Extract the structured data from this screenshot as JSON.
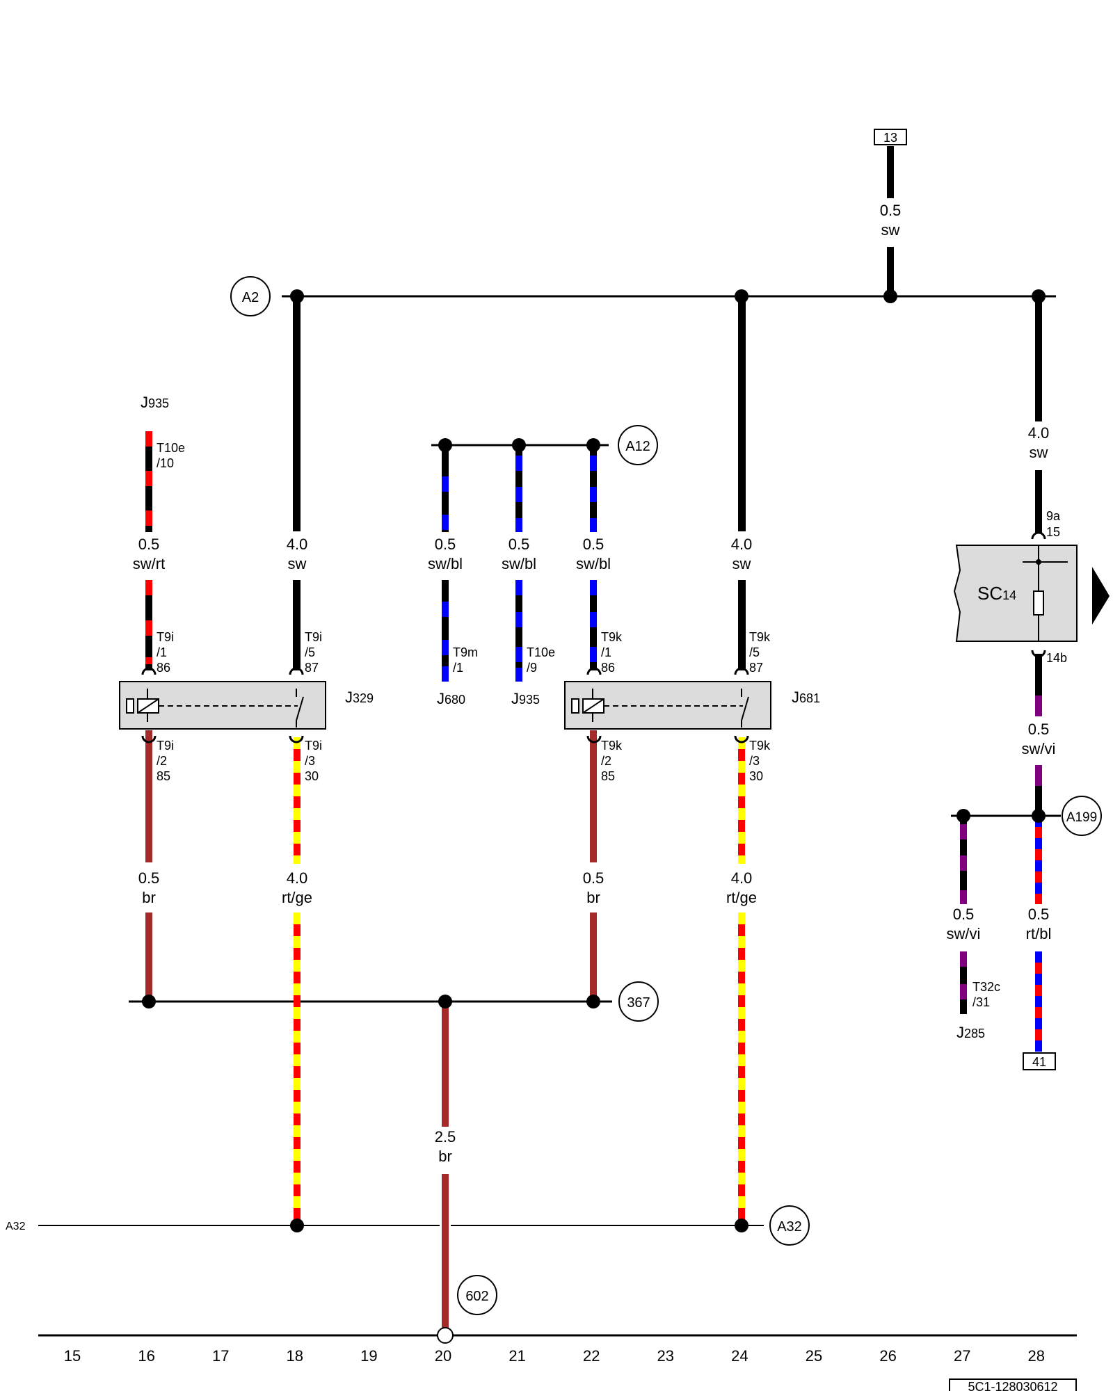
{
  "terminals": {
    "t13": "13",
    "t41": "41"
  },
  "wires": {
    "w_top_26": {
      "size": "0.5",
      "color": "sw"
    },
    "w_28_top": {
      "size": "4.0",
      "color": "sw"
    },
    "w_16_top": {
      "size": "0.5",
      "color": "sw/rt"
    },
    "w_18_top": {
      "size": "4.0",
      "color": "sw"
    },
    "w_20_top": {
      "size": "0.5",
      "color": "sw/bl"
    },
    "w_21_top": {
      "size": "0.5",
      "color": "sw/bl"
    },
    "w_22_top": {
      "size": "0.5",
      "color": "sw/bl"
    },
    "w_24_top": {
      "size": "4.0",
      "color": "sw"
    },
    "w_28_mid": {
      "size": "0.5",
      "color": "sw/vi"
    },
    "w_16_bot": {
      "size": "0.5",
      "color": "br"
    },
    "w_18_bot": {
      "size": "4.0",
      "color": "rt/ge"
    },
    "w_22_bot": {
      "size": "0.5",
      "color": "br"
    },
    "w_24_bot": {
      "size": "4.0",
      "color": "rt/ge"
    },
    "w_27": {
      "size": "0.5",
      "color": "sw/vi"
    },
    "w_28_bot": {
      "size": "0.5",
      "color": "rt/bl"
    },
    "w_20_gnd": {
      "size": "2.5",
      "color": "br"
    }
  },
  "components": {
    "j935_top": {
      "main": "J",
      "sub": "935"
    },
    "j329": {
      "main": "J",
      "sub": "329"
    },
    "j681": {
      "main": "J",
      "sub": "681"
    },
    "j680": {
      "main": "J",
      "sub": "680"
    },
    "j935_mid": {
      "main": "J",
      "sub": "935"
    },
    "j285": {
      "main": "J",
      "sub": "285"
    },
    "sc14": {
      "main": "SC",
      "sub": "14"
    }
  },
  "connectors": {
    "c1": [
      "T10e",
      "/10"
    ],
    "c2": [
      "T9i",
      "/1",
      "86"
    ],
    "c3": [
      "T9i",
      "/5",
      "87"
    ],
    "c4": [
      "T9i",
      "/2",
      "85"
    ],
    "c5": [
      "T9i",
      "/3",
      "30"
    ],
    "c6": [
      "T9m",
      "/1"
    ],
    "c7": [
      "T10e",
      "/9"
    ],
    "c8": [
      "T9k",
      "/1",
      "86"
    ],
    "c9": [
      "T9k",
      "/5",
      "87"
    ],
    "c10": [
      "T9k",
      "/2",
      "85"
    ],
    "c11": [
      "T9k",
      "/3",
      "30"
    ],
    "c12": [
      "9a",
      "15"
    ],
    "c13": [
      "14b"
    ],
    "c14": [
      "T32c",
      "/31"
    ]
  },
  "nodes": {
    "a2": "A2",
    "a12": "A12",
    "a199": "A199",
    "n367": "367",
    "a32_right": "A32",
    "a32_left": "A32",
    "n602": "602"
  },
  "axis": [
    "15",
    "16",
    "17",
    "18",
    "19",
    "20",
    "21",
    "22",
    "23",
    "24",
    "25",
    "26",
    "27",
    "28"
  ],
  "diagram_id": "5C1-128030612"
}
